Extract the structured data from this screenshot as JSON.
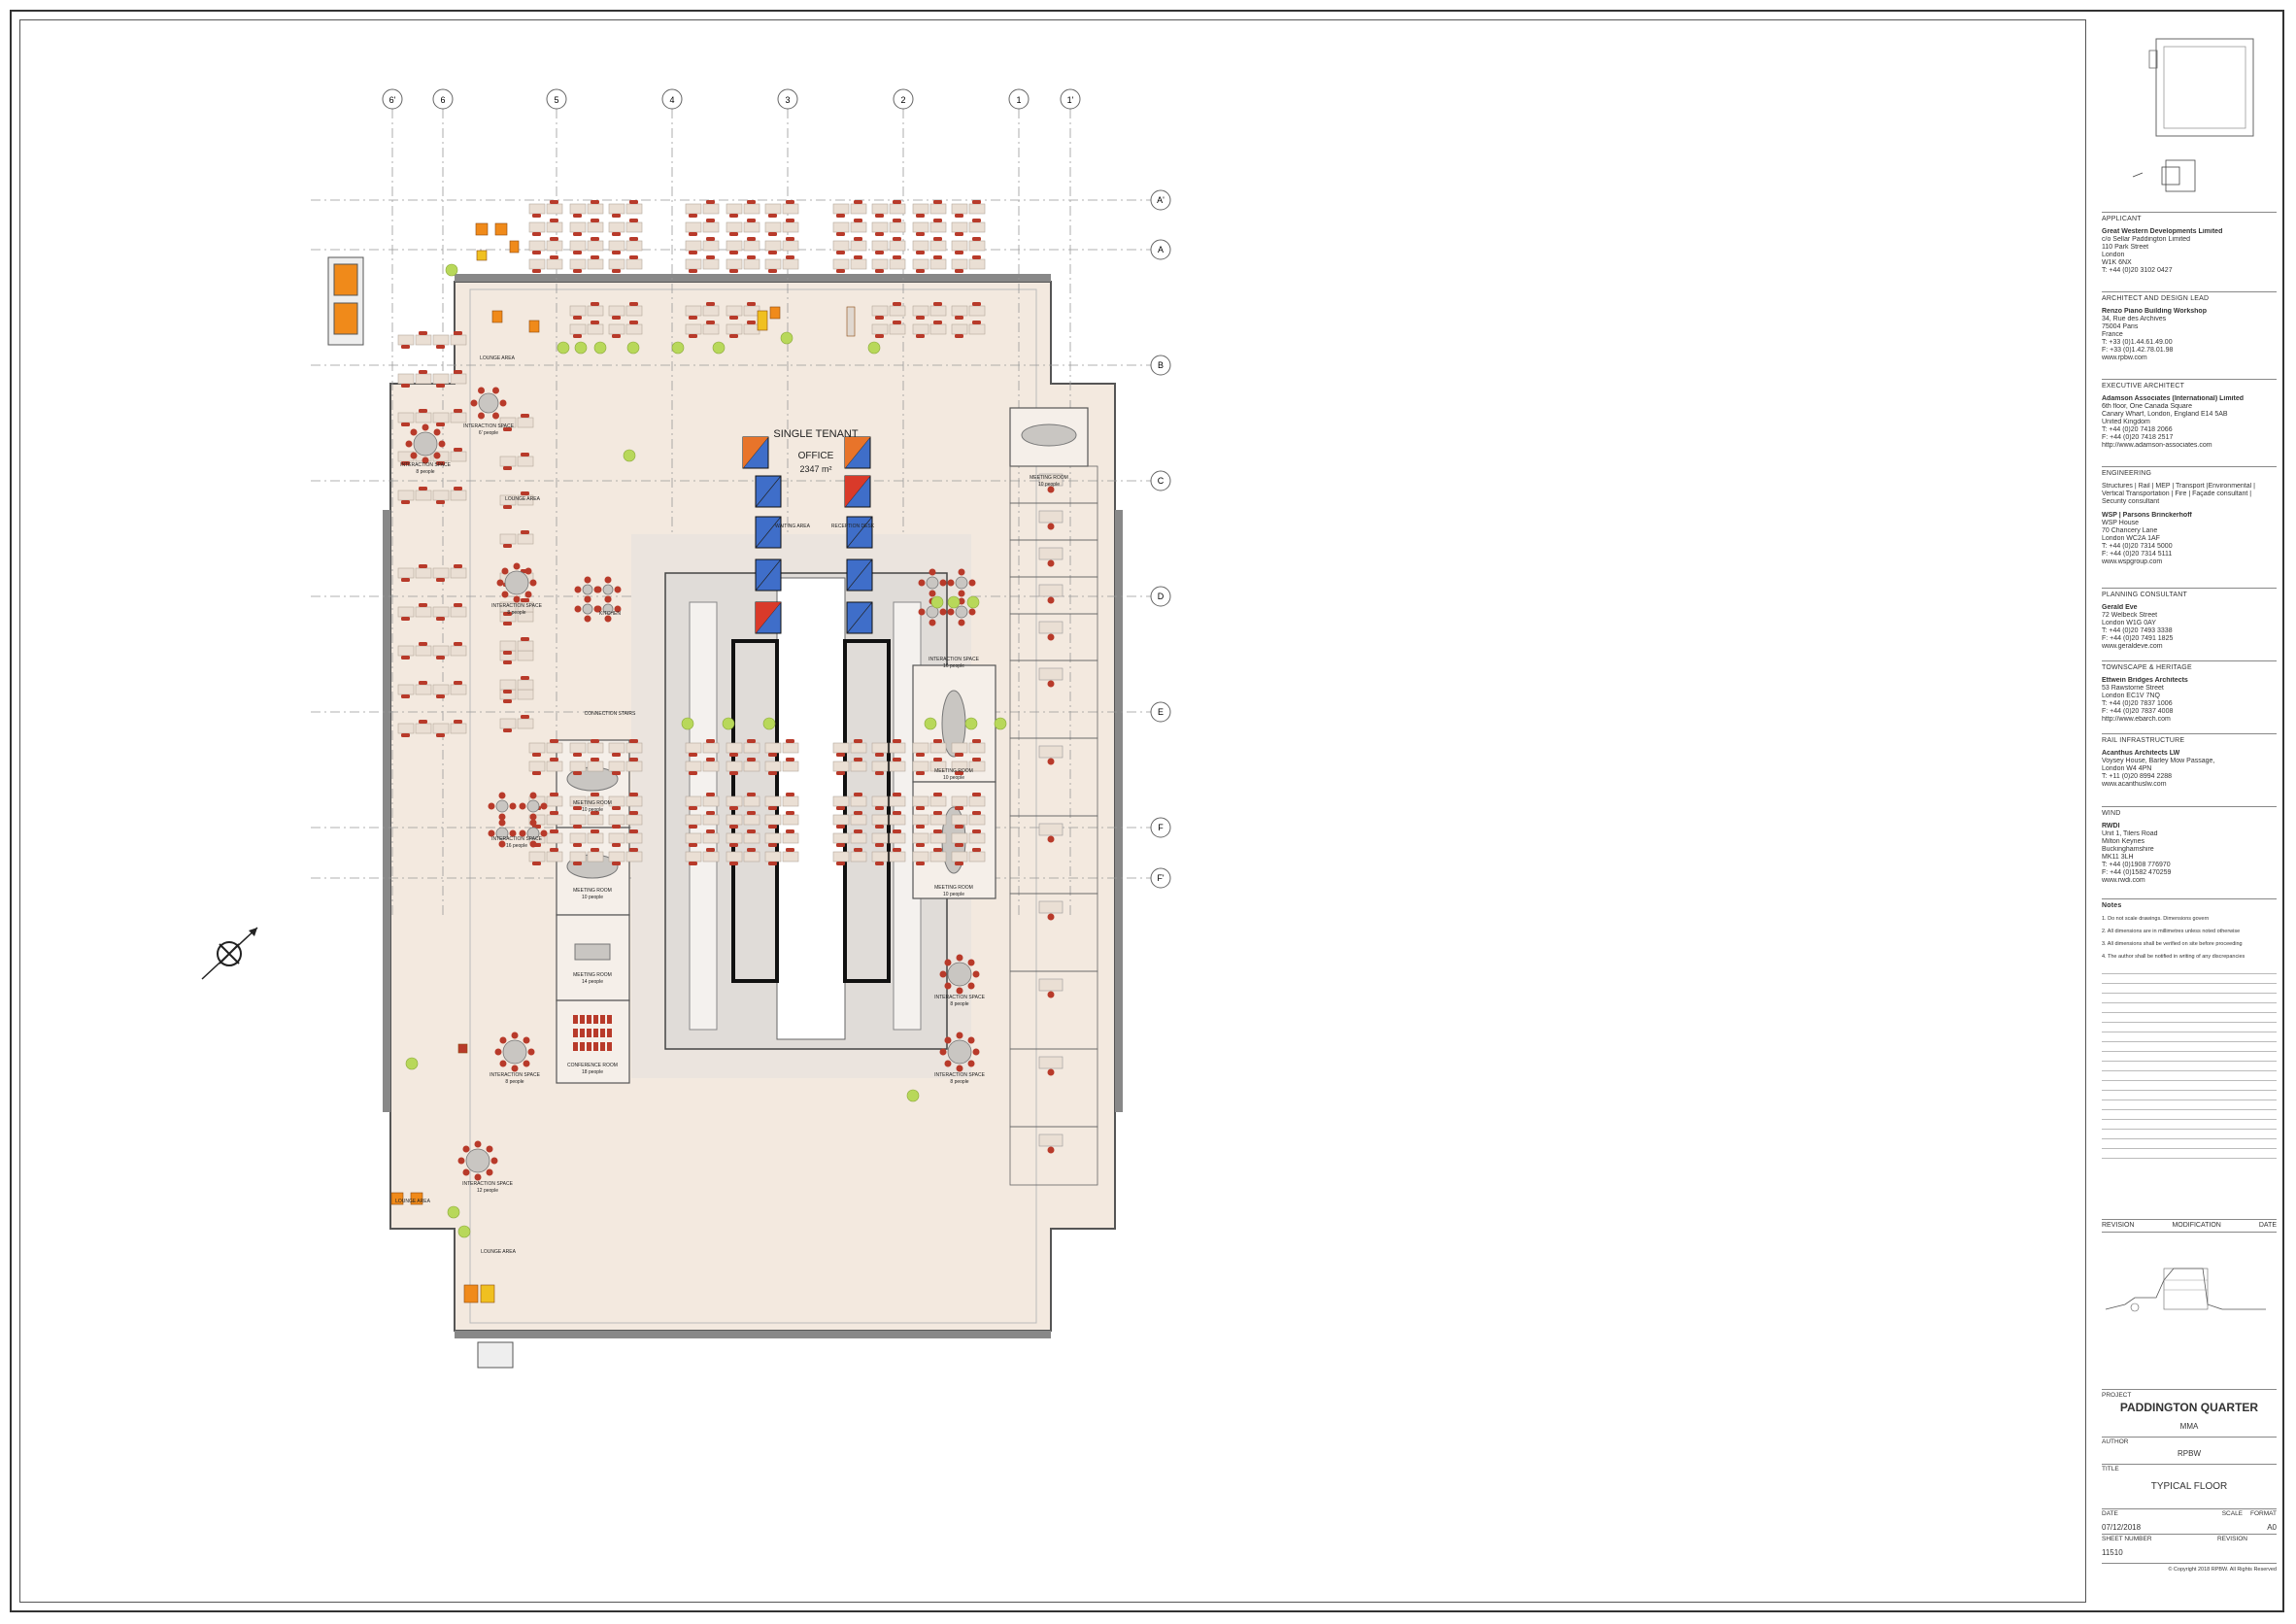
{
  "grid": {
    "columns": [
      "6'",
      "6",
      "5",
      "4",
      "3",
      "2",
      "1",
      "1'"
    ],
    "rows": [
      "A'",
      "A",
      "B",
      "C",
      "D",
      "E",
      "F",
      "F'"
    ]
  },
  "rooms": {
    "single_tenant": "SINGLE TENANT",
    "office": "OFFICE",
    "office_area": "2347 m²",
    "lounge_area_1": "LOUNGE AREA",
    "lounge_area_2": "LOUNGE AREA",
    "lounge_area_3": "LOUNGE AREA",
    "lounge_area_4": "LOUNGE AREA",
    "interaction_6a": "INTERACTION SPACE",
    "interaction_6a_people": "6' people",
    "interaction_8a": "INTERACTION SPACE",
    "interaction_8a_people": "8 people",
    "interaction_8b": "INTERACTION SPACE",
    "interaction_8b_people": "8 people",
    "interaction_16a": "INTERACTION SPACE",
    "interaction_16a_people": "16 people",
    "interaction_8c": "INTERACTION SPACE",
    "interaction_8c_people": "8 people",
    "interaction_12": "INTERACTION SPACE",
    "interaction_12_people": "12 people",
    "interaction_16b": "INTERACTION SPACE",
    "interaction_16b_people": "16 people",
    "interaction_8d": "INTERACTION SPACE",
    "interaction_8d_people": "8 people",
    "interaction_8e": "INTERACTION SPACE",
    "interaction_8e_people": "8 people",
    "kitchen": "KITCHEN",
    "connection_stairs": "CONNECTION STAIRS",
    "meeting_10a": "MEETING ROOM",
    "meeting_10a_people": "10 people",
    "meeting_10b": "MEETING ROOM",
    "meeting_10b_people": "10 people",
    "meeting_14": "MEETING ROOM",
    "meeting_14_people": "14 people",
    "conference": "CONFERENCE ROOM",
    "conference_people": "18 people",
    "meeting_10c": "MEETING ROOM",
    "meeting_10c_people": "10 people",
    "meeting_10d": "MEETING ROOM",
    "meeting_10d_people": "10 people",
    "meeting_10e": "MEETING ROOM",
    "meeting_10e_people": "10 people",
    "waiting_area": "WAITING AREA",
    "reception_desk": "RECEPTION DESK"
  },
  "titleblock": {
    "applicant_head": "APPLICANT",
    "applicant": [
      "Great Western Developments Limited",
      "c/o Sellar Paddington Limited",
      "110 Park Street",
      "London",
      "W1K 6NX",
      "T: +44 (0)20 3102 0427"
    ],
    "architect_head": "ARCHITECT AND DESIGN LEAD",
    "architect": [
      "Renzo Piano Building Workshop",
      "34, Rue des Archives",
      "75004 Paris",
      "France",
      "T: +33 (0)1.44.61.49.00",
      "F: +33 (0)1.42.78.01.98",
      "www.rpbw.com"
    ],
    "exec_head": "EXECUTIVE ARCHITECT",
    "exec": [
      "Adamson Associates (International) Limited",
      "6th floor, One Canada Square",
      "Canary Wharf, London, England E14 5AB",
      "United Kingdom",
      "T: +44 (0)20 7418 2066",
      "F: +44 (0)20 7418 2517",
      "http://www.adamson-associates.com"
    ],
    "eng_head": "ENGINEERING",
    "eng": [
      "Structures | Rail | MEP | Transport |Environmental |",
      "Vertical Transportation | Fire | Façade consultant |",
      "Security consultant",
      "",
      "WSP | Parsons Brinckerhoff",
      "WSP House",
      "70 Chancery Lane",
      "London WC2A 1AF",
      "T: +44 (0)20 7314 5000",
      "F: +44 (0)20 7314 5111",
      "www.wspgroup.com"
    ],
    "planning_head": "PLANNING CONSULTANT",
    "planning": [
      "Gerald Eve",
      "72 Welbeck Street",
      "London W1G 0AY",
      "T: +44 (0)20 7493 3338",
      "F: +44 (0)20 7491 1825",
      "www.geraldeve.com"
    ],
    "heritage_head": "TOWNSCAPE & HERITAGE",
    "heritage": [
      "Ettwein Bridges Architects",
      "53 Rawstorne Street",
      "London EC1V 7NQ",
      "T: +44 (0)20 7837 1006",
      "F: +44 (0)20 7837 4008",
      "http://www.ebarch.com"
    ],
    "rail_head": "RAIL INFRASTRUCTURE",
    "rail": [
      "Acanthus Architects LW",
      "Voysey House, Barley Mow Passage,",
      "London W4 4PN",
      "T: +11 (0)20 8994 2288",
      "www.acanthuslw.com"
    ],
    "wind_head": "WIND",
    "wind": [
      "RWDI",
      "Unit 1, Tilers Road",
      "Milton Keynes",
      "Buckinghamshire",
      "MK11 3LH",
      "T: +44 (0)1908 776970",
      "F: +44 (0)1582 470259",
      "www.rwdi.com"
    ],
    "notes_head": "Notes",
    "notes": [
      "1. Do not scale drawings. Dimensions govern",
      "2. All dimensions are in millimetres unless noted otherwise",
      "3. All dimensions shall be verified on site before proceeding",
      "4. The author shall be notified in writing of any discrepancies"
    ],
    "revision_label": "REVISION",
    "modification_label": "MODIFICATION",
    "date_label": "DATE",
    "project_label": "PROJECT",
    "project": "PADDINGTON QUARTER",
    "project_sub": "MMA",
    "author_label": "AUTHOR",
    "author": "RPBW",
    "title_label": "TITLE",
    "title": "TYPICAL FLOOR",
    "date_label2": "DATE",
    "scale_label": "SCALE",
    "format_label": "FORMAT",
    "date": "07/12/2018",
    "format": "A0",
    "sheet_number_label": "SHEET NUMBER",
    "revision_label2": "REVISION",
    "sheet_number": "11510",
    "copyright": "© Copyright 2018 RPBW. All Rights Reserved"
  },
  "colors": {
    "floor": "#f3e9df",
    "desk_chair": "#b83a2a",
    "lift_blue": "#3f6ec9",
    "lift_orange": "#e8742a",
    "lift_red": "#d93a2a",
    "furniture_orange": "#f08a1a",
    "plant_green": "#b8d85a",
    "core_grey": "#e0dcd8"
  }
}
